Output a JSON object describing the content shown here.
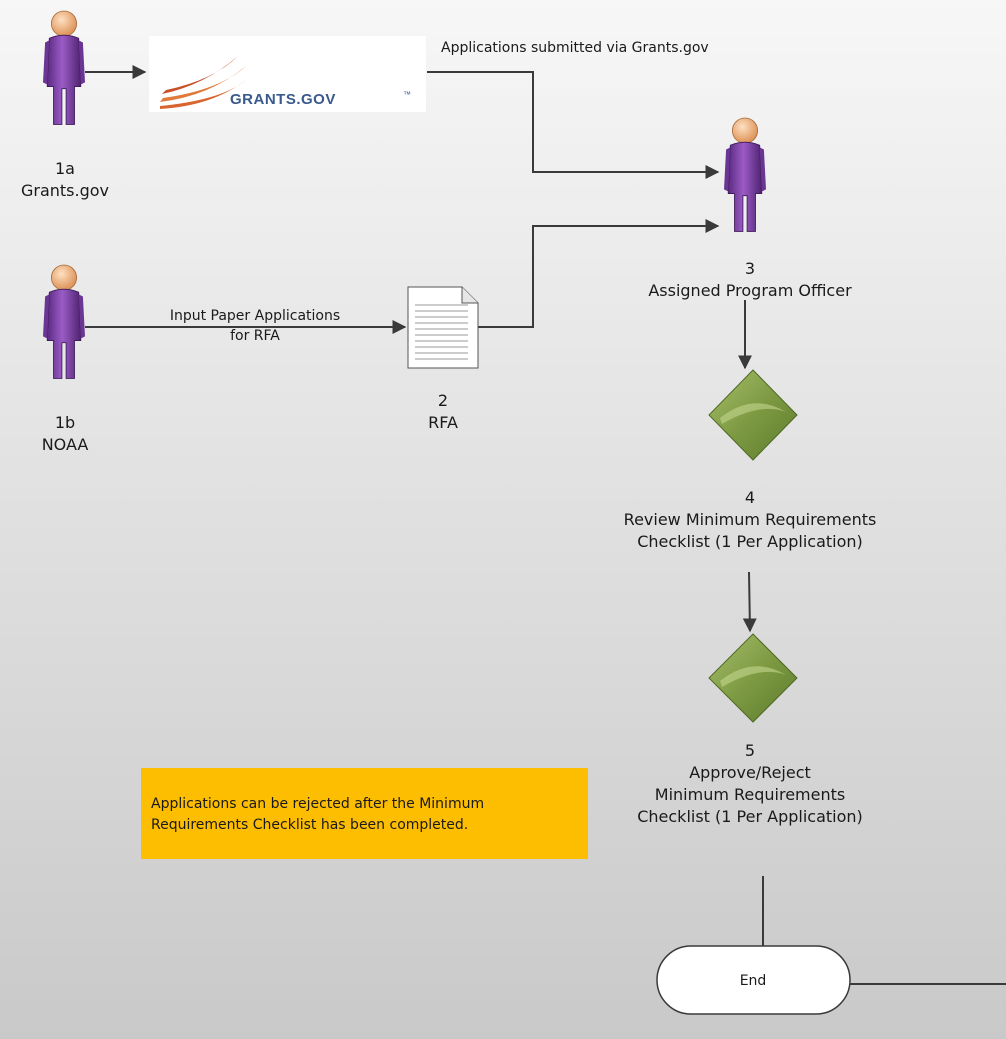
{
  "logo": {
    "text": "GRANTS.GOV",
    "mark": "™"
  },
  "nodes": {
    "n1a": {
      "number": "1a",
      "name": "Grants.gov"
    },
    "n1b": {
      "number": "1b",
      "name": "NOAA"
    },
    "n2": {
      "number": "2",
      "name": "RFA"
    },
    "n3": {
      "number": "3",
      "name": "Assigned Program Officer"
    },
    "n4": {
      "number": "4",
      "line1": "Review Minimum Requirements",
      "line2": "Checklist (1 Per Application)"
    },
    "n5": {
      "number": "5",
      "line1": "Approve/Reject",
      "line2": "Minimum Requirements",
      "line3": "Checklist (1 Per Application)"
    },
    "end": {
      "label": "End"
    }
  },
  "edges": {
    "grants_to_officer": "Applications submitted via Grants.gov",
    "noaa_to_rfa_1": "Input Paper Applications",
    "noaa_to_rfa_2": "for RFA"
  },
  "note": {
    "line1": "Applications can be rejected after the Minimum",
    "line2": "Requirements Checklist has been completed."
  },
  "colors": {
    "person_body": "#7a3ea3",
    "person_head": "#f2b37a",
    "decision": "#86a04e",
    "note_bg": "#fdbd00",
    "connector": "#3a3a3a"
  }
}
